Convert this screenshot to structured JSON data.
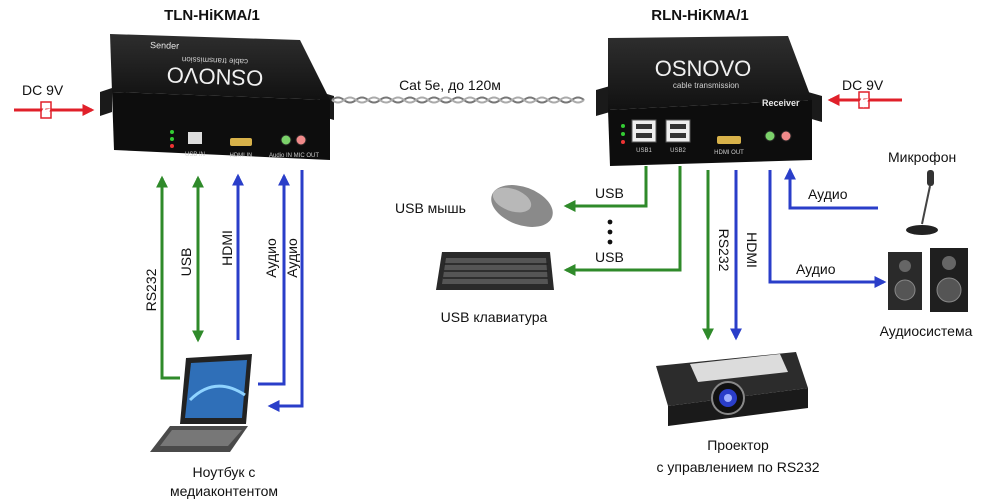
{
  "devices": {
    "sender": {
      "title": "TLN-HiKMA/1",
      "brand": "OSNOVO",
      "tagline": "cable transmission",
      "role": "Sender",
      "ports": [
        "USB IN",
        "HDMI IN",
        "Audio IN  MIC OUT"
      ]
    },
    "receiver": {
      "title": "RLN-HiKMA/1",
      "brand": "OSNOVO",
      "tagline": "cable transmission",
      "role": "Receiver",
      "ports": [
        "USB1",
        "USB2",
        "HDMI OUT"
      ]
    }
  },
  "cable": {
    "label": "Cat 5e, до 120м"
  },
  "power": {
    "left": "DC 9V",
    "right": "DC 9V"
  },
  "signals": {
    "rs232": "RS232",
    "usb": "USB",
    "hdmi": "HDMI",
    "audio": "Аудио"
  },
  "peripherals": {
    "mouse": "USB мышь",
    "keyboard": "USB клавиатура",
    "microphone": "Микрофон",
    "speakers": "Аудиосистема",
    "laptop_line1": "Ноутбук с",
    "laptop_line2": "медиаконтентом",
    "projector_line1": "Проектор",
    "projector_line2": "с управлением по RS232"
  },
  "colors": {
    "usb_rs232": "#2f8a2a",
    "hdmi_audio": "#2a3ec9",
    "power": "#e0202a",
    "device_body": "#1c1c1c"
  }
}
